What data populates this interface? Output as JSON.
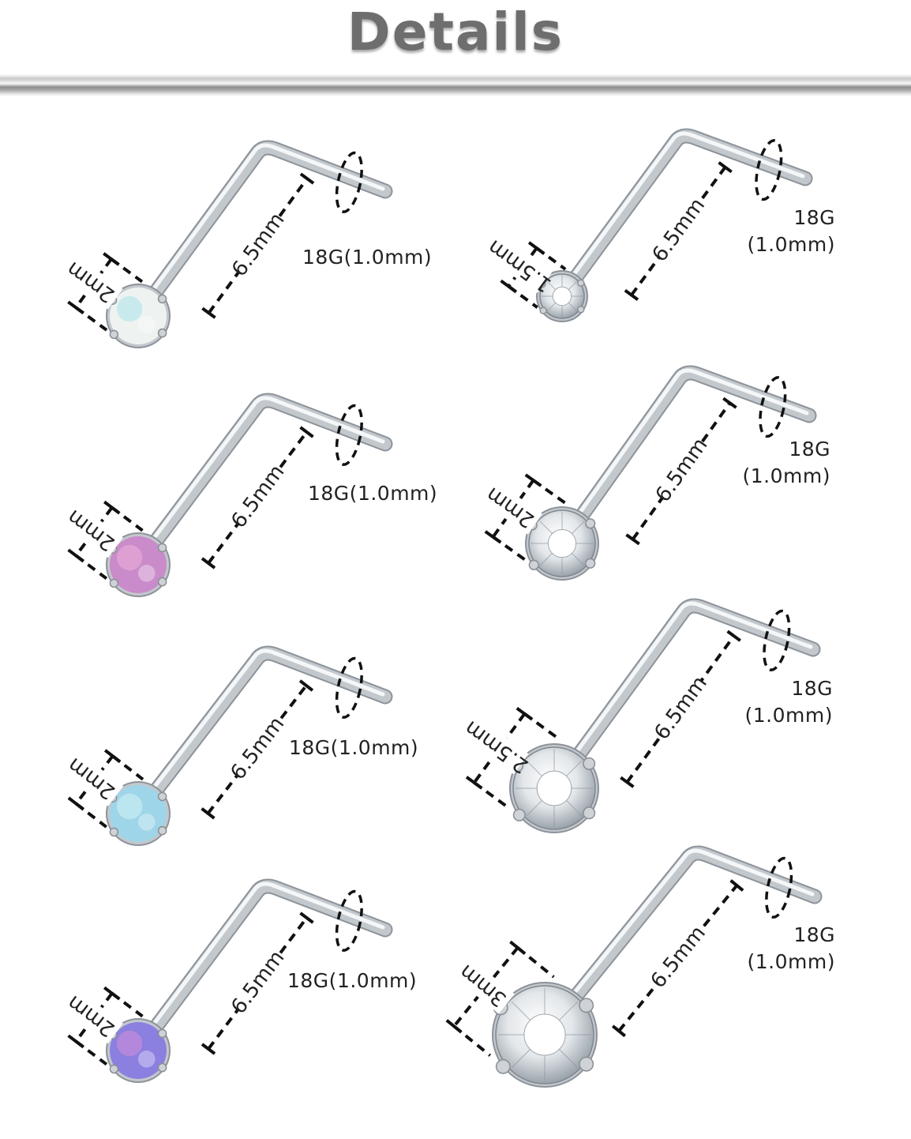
{
  "header": {
    "title": "Details"
  },
  "items": [
    {
      "id": "opal-white",
      "gem_type": "opal",
      "gem_color": "#eef3f2",
      "gem_accent": "#b9e6ea",
      "gem_size_label": "2mm",
      "bar_length_label": "6.5mm",
      "gauge_label_lines": [
        "18G(1.0mm)"
      ]
    },
    {
      "id": "opal-pink",
      "gem_type": "opal",
      "gem_color": "#c98bc9",
      "gem_accent": "#e7a8d6",
      "gem_size_label": "2mm",
      "bar_length_label": "6.5mm",
      "gauge_label_lines": [
        "18G(1.0mm)"
      ]
    },
    {
      "id": "opal-blue",
      "gem_type": "opal",
      "gem_color": "#9fd5e8",
      "gem_accent": "#c8ecf3",
      "gem_size_label": "2mm",
      "bar_length_label": "6.5mm",
      "gauge_label_lines": [
        "18G(1.0mm)"
      ]
    },
    {
      "id": "opal-purple",
      "gem_type": "opal",
      "gem_color": "#8b7fe0",
      "gem_accent": "#c58ad8",
      "gem_size_label": "2mm",
      "bar_length_label": "6.5mm",
      "gauge_label_lines": [
        "18G(1.0mm)"
      ]
    },
    {
      "id": "crystal-1-5",
      "gem_type": "crystal",
      "gem_color": "#f2f4f6",
      "gem_accent": "#9aa3ab",
      "gem_size_label": "1.5mm",
      "bar_length_label": "6.5mm",
      "gauge_label_lines": [
        "18G",
        "(1.0mm)"
      ]
    },
    {
      "id": "crystal-2",
      "gem_type": "crystal",
      "gem_color": "#f2f4f6",
      "gem_accent": "#9aa3ab",
      "gem_size_label": "2mm",
      "bar_length_label": "6.5mm",
      "gauge_label_lines": [
        "18G",
        "(1.0mm)"
      ]
    },
    {
      "id": "crystal-2-5",
      "gem_type": "crystal",
      "gem_color": "#f2f4f6",
      "gem_accent": "#9aa3ab",
      "gem_size_label": "2.5mm",
      "bar_length_label": "6.5mm",
      "gauge_label_lines": [
        "18G",
        "(1.0mm)"
      ]
    },
    {
      "id": "crystal-3",
      "gem_type": "crystal",
      "gem_color": "#f2f4f6",
      "gem_accent": "#9aa3ab",
      "gem_size_label": "3mm",
      "bar_length_label": "6.5mm",
      "gauge_label_lines": [
        "18G",
        "(1.0mm)"
      ]
    }
  ],
  "colors": {
    "metal_light": "#f4f6f8",
    "metal_mid": "#c3c8cd",
    "metal_dark": "#8d939a",
    "dim_line": "#111111"
  }
}
